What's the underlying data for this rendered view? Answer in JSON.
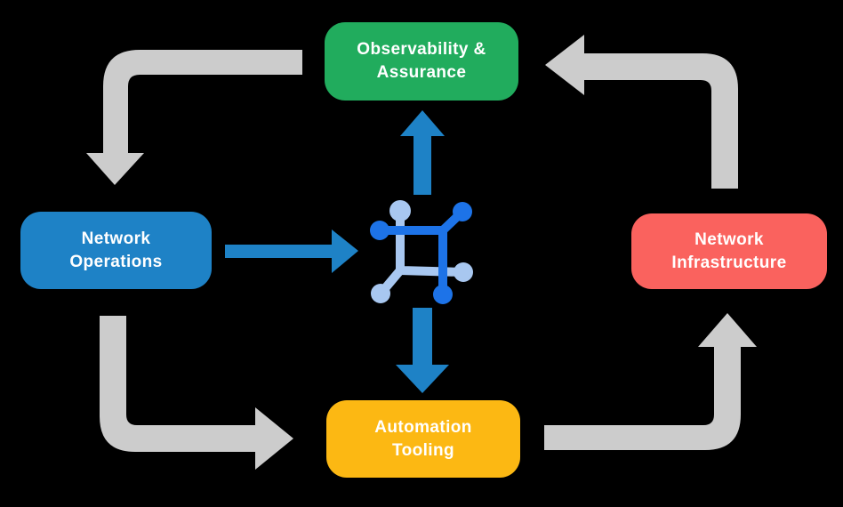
{
  "diagram": {
    "nodes": {
      "observability": {
        "lines": [
          "Observability &",
          "Assurance"
        ],
        "color": "#21ac5d"
      },
      "operations": {
        "lines": [
          "Network",
          "Operations"
        ],
        "color": "#1e82c6"
      },
      "infrastructure": {
        "lines": [
          "Network",
          "Infrastructure"
        ],
        "color": "#fa625e"
      },
      "tooling": {
        "lines": [
          "Automation",
          "Tooling"
        ],
        "color": "#fcb813"
      }
    },
    "colors": {
      "background": "#000000",
      "cycle_arrow_gray": "#cccccc",
      "flow_arrow_blue": "#1e82c6",
      "icon_dark_blue": "#1d73e8",
      "icon_light_blue": "#a8c7f0",
      "label_text": "#ffffff"
    },
    "icons": {
      "center": "network-automation-icon"
    }
  }
}
